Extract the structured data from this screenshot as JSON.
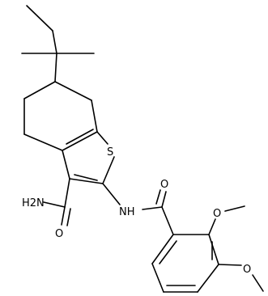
{
  "structure": {
    "labels": {
      "sulfur": "S",
      "amide_n": "H2N",
      "amide_o": "O",
      "nh": "NH",
      "benzoyl_o": "O",
      "methoxy_o1": "O",
      "methoxy_o2": "O"
    }
  },
  "colors": {
    "bond": "#000000",
    "background": "#ffffff"
  }
}
